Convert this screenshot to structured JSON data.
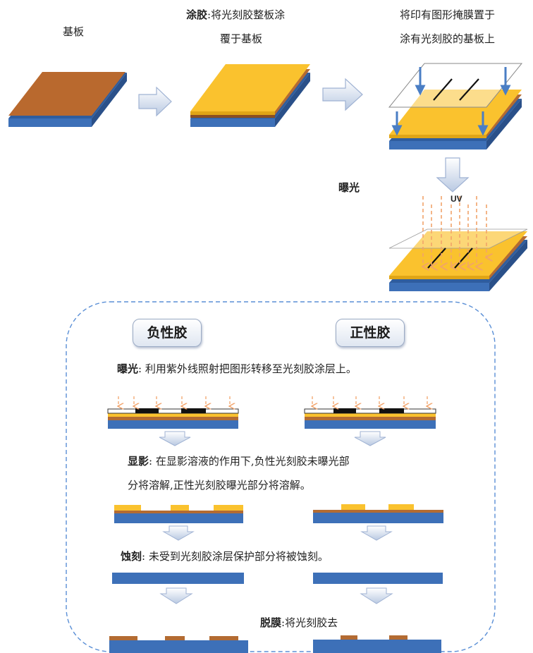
{
  "top": {
    "step1": {
      "label": "基板"
    },
    "step2": {
      "bold": "涂胶",
      "line1": ":将光刻胶整板涂",
      "line2": "覆于基板"
    },
    "step3": {
      "line1": "将印有图形掩膜置于",
      "line2": "涂有光刻胶的基板上"
    },
    "exposure": {
      "label": "曝光",
      "uv": "UV"
    }
  },
  "panel": {
    "negative": "负性胶",
    "positive": "正性胶",
    "expose": {
      "bold": "曝光",
      "text": ":  利用紫外线照射把图形转移至光刻胶涂层上。"
    },
    "develop": {
      "bold": "显影",
      "text": ":  在显影溶液的作用下,负性光刻胶未曝光部",
      "text2": "分将溶解,正性光刻胶曝光部分将溶解。"
    },
    "etch": {
      "bold": "蚀刻",
      "text": ":  未受到光刻胶涂层保护部分将被蚀刻。"
    },
    "strip": {
      "bold": "脱膜",
      "text": ":将光刻胶去"
    }
  },
  "colors": {
    "substrate_blue": "#3d70b8",
    "photoresist_yellow": "#fac22e",
    "copper_brown": "#b36b32",
    "uv_orange": "#f2a36a",
    "dashed_border": "#5a8fd6"
  }
}
